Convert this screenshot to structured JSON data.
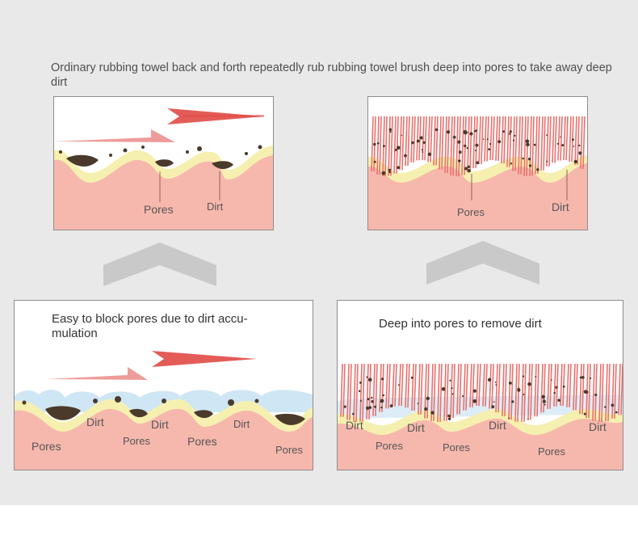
{
  "caption_top": "Ordinary rubbing towel back and forth repeatedly rub rubbing towel brush deep into pores to take away deep dirt",
  "panel_tl": {
    "pores": "Pores",
    "dirt": "Dirt"
  },
  "panel_tr": {
    "pores": "Pores",
    "dirt": "Dirt"
  },
  "panel_bl": {
    "caption": "Easy to block pores due to dirt accu-\nmulation",
    "pores_1": "Pores",
    "dirt_1": "Dirt",
    "pores_2": "Pores",
    "dirt_2": "Dirt",
    "pores_3": "Pores",
    "dirt_3": "Dirt",
    "pores_4": "Pores"
  },
  "panel_br": {
    "caption": "Deep into pores to remove dirt",
    "dirt_1": "Dirt",
    "pores_1": "Pores",
    "dirt_2": "Dirt",
    "pores_2": "Pores",
    "dirt_3": "Dirt",
    "pores_3": "Pores",
    "dirt_4": "Dirt"
  },
  "colors": {
    "skin": "#f6b8ad",
    "sebum": "#f6f0b0",
    "dirt": "#4a3a2c",
    "arrow": "#e04a45",
    "bristle": "#e9716d",
    "chevron": "#c9c9c9"
  }
}
